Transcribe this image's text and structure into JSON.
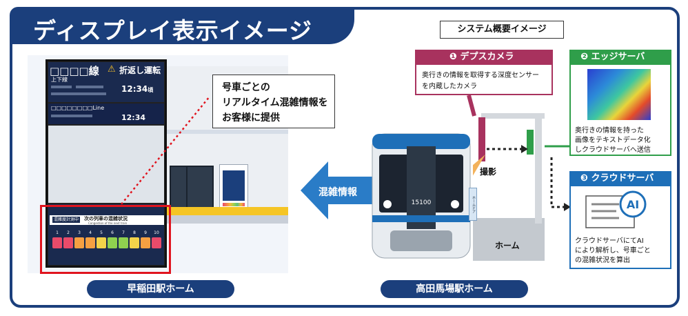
{
  "title": "ディスプレイ表示イメージ",
  "system_label": "システム概要イメージ",
  "left": {
    "display": {
      "line_name": "□□□□線",
      "status": "折返し運転",
      "direction": "上下線",
      "time1": "12:34",
      "time1_suffix": "頃",
      "line_en": "□□□□□□□□Line",
      "time2": "12:34",
      "congestion_tag": "混雑度計測中",
      "congestion_title": "次の列車の混雑状況",
      "congestion_sub": "Congestion of the next train",
      "cars": [
        {
          "num": "1",
          "level": "high"
        },
        {
          "num": "2",
          "level": "high"
        },
        {
          "num": "3",
          "level": "mid"
        },
        {
          "num": "4",
          "level": "mid"
        },
        {
          "num": "5",
          "level": "low"
        },
        {
          "num": "6",
          "level": "verylow"
        },
        {
          "num": "7",
          "level": "verylow"
        },
        {
          "num": "8",
          "level": "low"
        },
        {
          "num": "9",
          "level": "mid"
        },
        {
          "num": "10",
          "level": "high"
        }
      ]
    },
    "info_lines": [
      "号車ごとの",
      "リアルタイム混雑情報を",
      "お客様に提供"
    ],
    "arrow_label": "混雑情報",
    "station": "早稲田駅ホーム"
  },
  "right": {
    "depth_camera": {
      "num": "❶",
      "title": "デプスカメラ",
      "desc": [
        "奥行きの情報を取得する深度センサー",
        "を内蔵したカメラ"
      ]
    },
    "edge_server": {
      "num": "❷",
      "title": "エッジサーバ",
      "desc": [
        "奥行きの情報を持った",
        "画像をテキストデータ化",
        "しクラウドサーバへ送信"
      ]
    },
    "cloud_server": {
      "num": "❸",
      "title": "クラウドサーバ",
      "ai_label": "AI",
      "desc": [
        "クラウドサーバにてAI",
        "により解析し、号車ごと",
        "の混雑状況を算出"
      ]
    },
    "shoot_label": "撮影",
    "platform_label": "ホーム",
    "door_label": "ホームドア",
    "train_number": "15100",
    "station": "高田馬場駅ホーム"
  },
  "colors": {
    "navy": "#1b3f7c",
    "camera": "#a8325e",
    "edge": "#2f9e4a",
    "cloud": "#1e6fb8",
    "highlight": "#e0141e",
    "arrow": "#2a7cc7"
  }
}
